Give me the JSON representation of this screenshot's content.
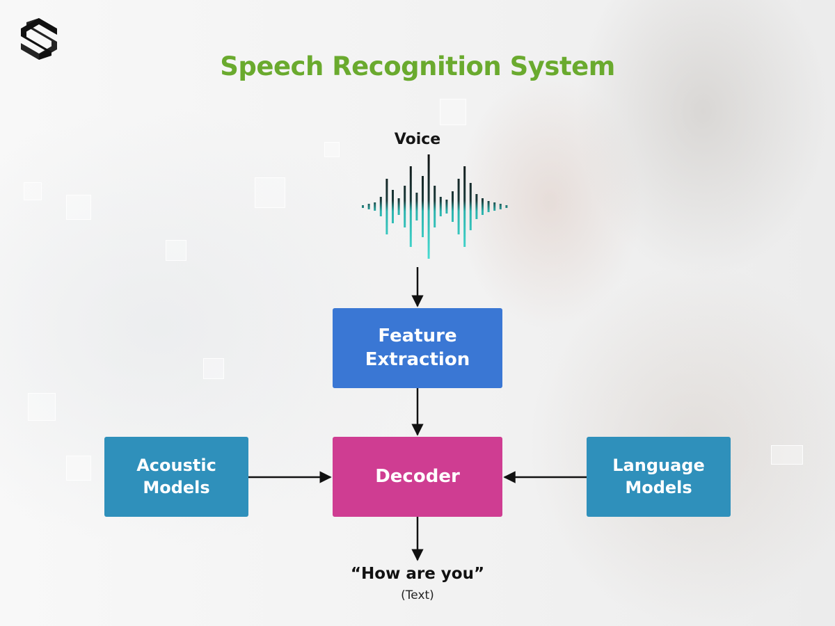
{
  "title": "Speech Recognition System",
  "input": {
    "label": "Voice"
  },
  "nodes": {
    "feature_extraction": "Feature\nExtraction",
    "decoder": "Decoder",
    "acoustic_models": "Acoustic\nModels",
    "language_models": "Language\nModels"
  },
  "output": {
    "text": "“How are you”",
    "caption": "(Text)"
  },
  "colors": {
    "title": "#6aaa2e",
    "feature_extraction": "#3a77d4",
    "decoder": "#cf3d92",
    "models": "#2f90bb",
    "wave_top": "#111111",
    "wave_bottom": "#3fd1c8",
    "arrow": "#111111"
  },
  "icons": {
    "logo": "brand-logo-icon",
    "waveform": "sound-wave-icon"
  },
  "edges": [
    {
      "from": "voice",
      "to": "feature_extraction"
    },
    {
      "from": "feature_extraction",
      "to": "decoder"
    },
    {
      "from": "acoustic_models",
      "to": "decoder"
    },
    {
      "from": "language_models",
      "to": "decoder"
    },
    {
      "from": "decoder",
      "to": "output"
    }
  ]
}
